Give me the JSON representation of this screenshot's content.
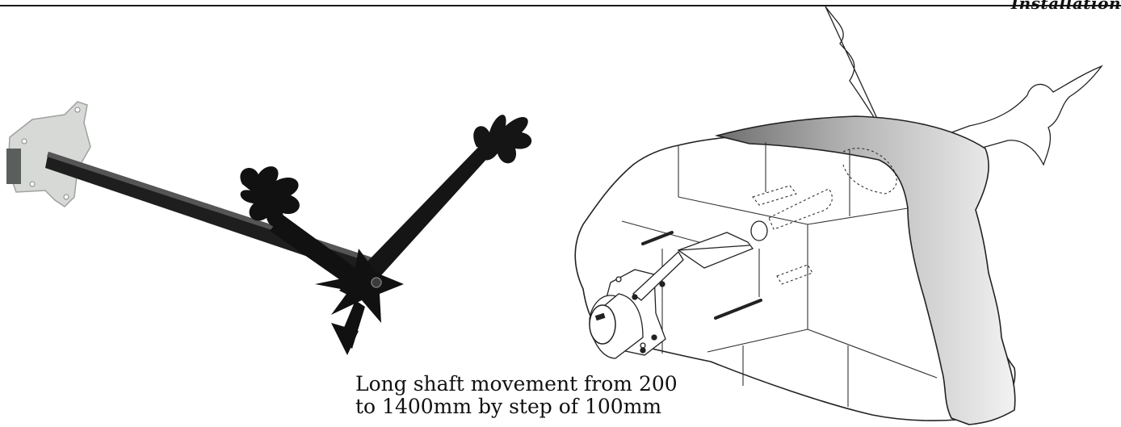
{
  "header": {
    "section_title": "Installation"
  },
  "caption": {
    "line1": "Long shaft movement from 200",
    "line2": "to 1400mm by step of 100mm"
  }
}
